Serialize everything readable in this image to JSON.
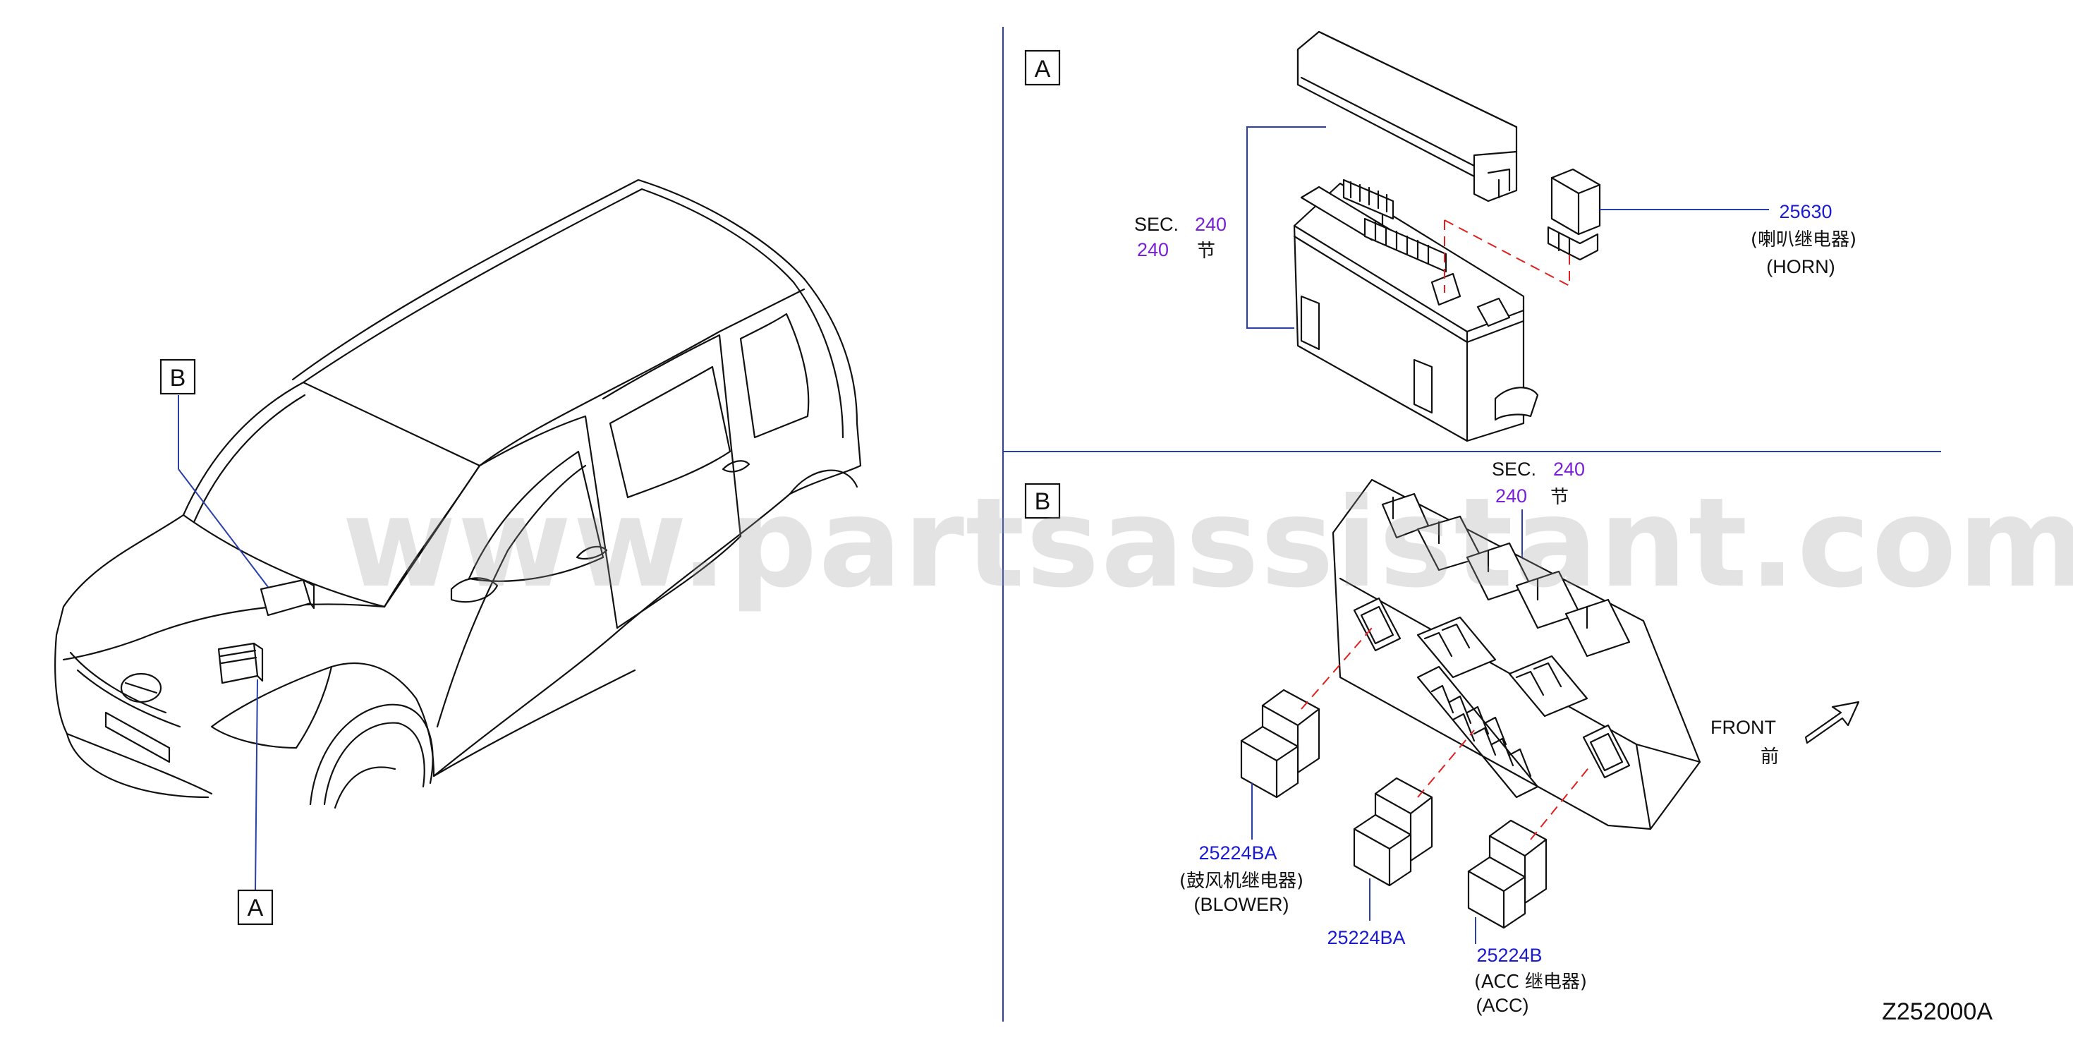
{
  "callouts": {
    "car_B": "B",
    "car_A": "A",
    "panel_A": "A",
    "panel_B": "B"
  },
  "section_refs": {
    "a": {
      "sec_label": "SEC.",
      "number": "240",
      "number2": "240",
      "cn": "节"
    },
    "b": {
      "sec_label": "SEC.",
      "number": "240",
      "number2": "240",
      "cn": "节"
    }
  },
  "parts": {
    "horn": {
      "number": "25630",
      "cn": "(喇叭继电器)",
      "en": "(HORN)"
    },
    "blower": {
      "number": "25224BA",
      "cn": "(鼓风机继电器)",
      "en": "(BLOWER)"
    },
    "relay_mid": {
      "number": "25224BA"
    },
    "acc": {
      "number": "25224B",
      "cn": "(ACC  继电器)",
      "en": "(ACC)"
    }
  },
  "direction": {
    "label": "FRONT",
    "cn": "前"
  },
  "watermark": "www.partsassistant.com",
  "diagram_code": "Z252000A",
  "colors": {
    "part_number": "#1a1ad0",
    "section_ref": "#7a1fd8",
    "leader": "#2a3fa8",
    "dashed": "#e02020"
  }
}
